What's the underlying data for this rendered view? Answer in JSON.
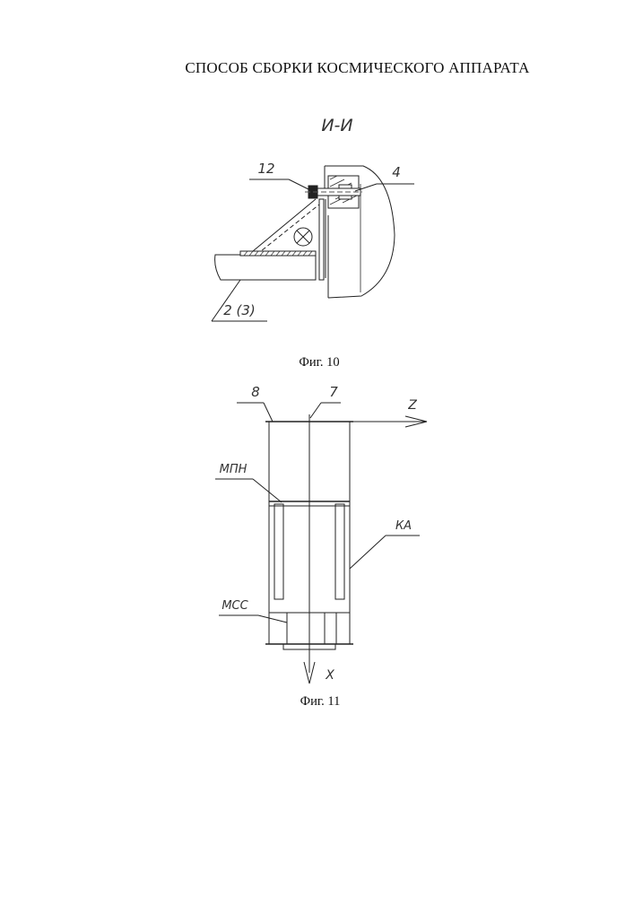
{
  "document": {
    "title": "СПОСОБ СБОРКИ КОСМИЧЕСКОГО АППАРАТА"
  },
  "figure10": {
    "section_label": "И-И",
    "caption": "Фиг. 10",
    "callouts": {
      "part_12": "12",
      "part_4": "4",
      "part_2_3": "2 (3)"
    }
  },
  "figure11": {
    "caption": "Фиг. 11",
    "callouts": {
      "part_8": "8",
      "part_7": "7",
      "axis_z": "Z",
      "axis_x": "X",
      "mpn": "МПН",
      "ka": "КА",
      "mss": "МСС"
    }
  }
}
